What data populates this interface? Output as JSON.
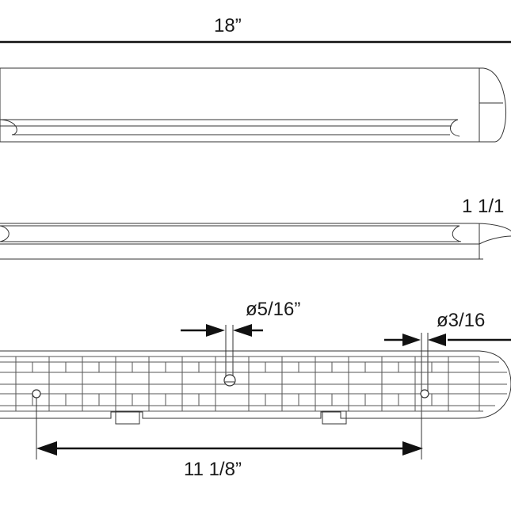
{
  "dimensions": {
    "overall_length": "18”",
    "height": "1 1/1",
    "large_hole_diameter": "ø5/16”",
    "small_hole_diameter": "ø3/16",
    "hole_spacing": "11 1/8”"
  }
}
